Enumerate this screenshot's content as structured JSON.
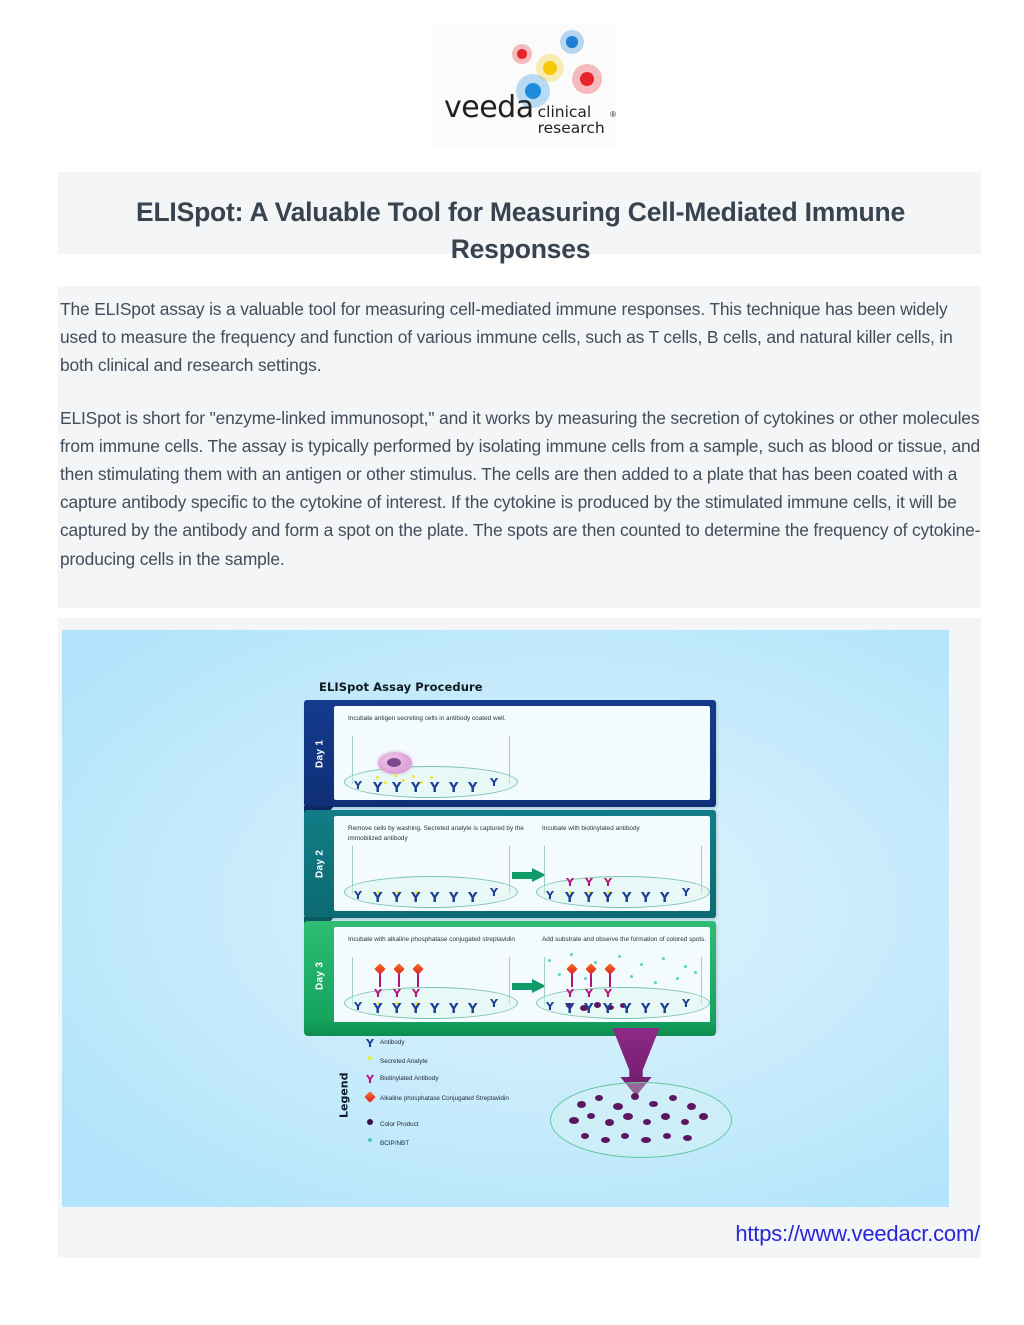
{
  "logo": {
    "name_primary": "veeda",
    "name_secondary": "clinical research",
    "registered_mark": "®",
    "dots": [
      {
        "name": "blue-small-dot",
        "color": "#1f7fd4"
      },
      {
        "name": "red-small-dot",
        "color": "#e8252a"
      },
      {
        "name": "yellow-dot",
        "color": "#f6ca0a"
      },
      {
        "name": "red-large-dot",
        "color": "#e8252a"
      },
      {
        "name": "blue-large-dot",
        "color": "#1f8ddb"
      }
    ]
  },
  "title": "ELISpot: A Valuable Tool for Measuring Cell-Mediated Immune Responses",
  "paragraphs": [
    "The ELISpot assay is a valuable tool for measuring cell-mediated immune responses. This technique has been widely used to measure the frequency and function of various immune cells, such as T cells, B cells, and natural killer cells, in both clinical and research settings.",
    "ELISpot is short for \"enzyme-linked immunosopt,\" and it works by measuring the secretion of cytokines or other molecules from immune cells. The assay is typically performed by isolating immune cells from a sample, such as blood or tissue, and then stimulating them with an antigen or other stimulus. The cells are then added to a plate that has been coated with a capture antibody specific to the cytokine of interest. If the cytokine is produced by the stimulated immune cells, it will be captured by the antibody and form a spot on the plate. The spots are then counted to determine the frequency of cytokine-producing cells in the sample."
  ],
  "figure": {
    "title": "ELISpot Assay Procedure",
    "background_color": "#b2e4fb",
    "days": [
      {
        "label": "Day 1",
        "color": "#153b8e",
        "captions": [
          "Incubate antigen secreting cells in antibody coated well."
        ]
      },
      {
        "label": "Day 2",
        "color": "#117d86",
        "captions": [
          "Remove cells by washing. Secreted analyte is captured by the immobilized antibody",
          "Incubate with biotinylated antibody"
        ]
      },
      {
        "label": "Day 3",
        "color": "#2fbc73",
        "captions": [
          "Incubate with alkaline phosphatase conjugated streptavidin",
          "Add substrate and observe the formation of colored spots."
        ]
      }
    ],
    "legend": {
      "label": "Legend",
      "items": [
        {
          "icon": "antibody-icon",
          "text": "Antibody",
          "color": "#1b3f94"
        },
        {
          "icon": "secreted-analyte-icon",
          "text": "Secreted Analyte",
          "color": "#f2e53a"
        },
        {
          "icon": "biotinylated-antibody-icon",
          "text": "Biotinylated Antibody",
          "color": "#b5127e"
        },
        {
          "icon": "conjugated-streptavidin-icon",
          "text": "Alkaline phosphatase Conjugated Streptavidin",
          "color": "#e8401f"
        },
        {
          "icon": "color-product-icon",
          "text": "Color Product",
          "color": "#5c1660"
        },
        {
          "icon": "bcip-nbt-icon",
          "text": "BCIP/NBT",
          "color": "#45c8c4"
        }
      ]
    }
  },
  "footer": {
    "url": "https://www.veedacr.com/"
  }
}
